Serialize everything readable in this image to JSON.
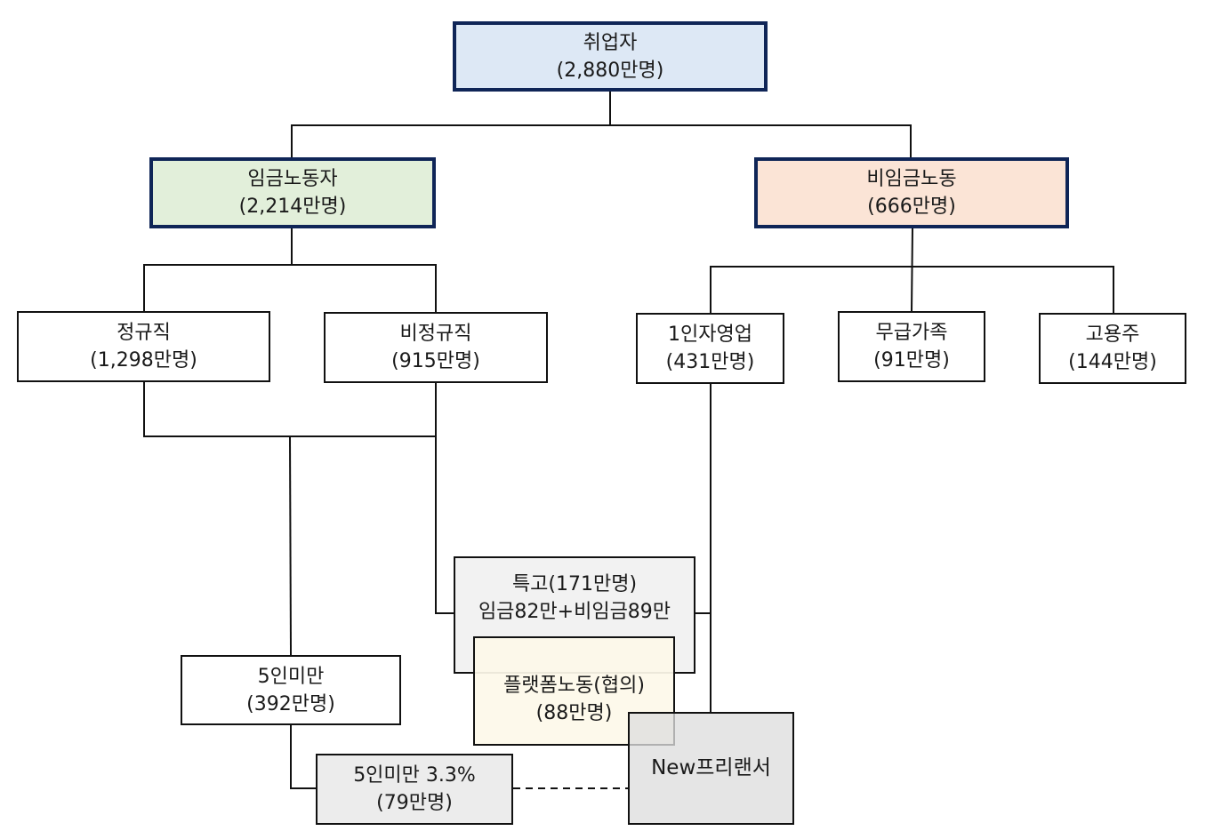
{
  "diagram": {
    "title": "취업자 구성",
    "nodes": {
      "root": {
        "label": "취업자",
        "value": "(2,880만명)",
        "color": "#dde8f5"
      },
      "wage_workers": {
        "label": "임금노동자",
        "value": "(2,214만명)",
        "color": "#e2efda"
      },
      "non_wage": {
        "label": "비임금노동",
        "value": "(666만명)",
        "color": "#fbe4d6"
      },
      "regular": {
        "label": "정규직",
        "value": "(1,298만명)"
      },
      "irregular": {
        "label": "비정규직",
        "value": "(915만명)"
      },
      "self_employed": {
        "label": "1인자영업",
        "value": "(431만명)"
      },
      "unpaid_family": {
        "label": "무급가족",
        "value": "(91만명)"
      },
      "employer": {
        "label": "고용주",
        "value": "(144만명)"
      },
      "special_employment": {
        "label": "특고(171만명)",
        "value": "임금82만+비임금89만",
        "color": "#f2f2f2"
      },
      "platform_labor": {
        "label": "플랫폼노동(협의)",
        "value": "(88만명)",
        "color": "#fdf9e9"
      },
      "new_freelancer": {
        "label": "New프리랜서",
        "color": "#dedede"
      },
      "under_5": {
        "label": "5인미만",
        "value": "(392만명)"
      },
      "under_5_sub": {
        "label": "5인미만 3.3%",
        "value": "(79만명)",
        "color": "#ececec"
      }
    },
    "edges": [
      [
        "root",
        "wage_workers"
      ],
      [
        "root",
        "non_wage"
      ],
      [
        "wage_workers",
        "regular"
      ],
      [
        "wage_workers",
        "irregular"
      ],
      [
        "non_wage",
        "self_employed"
      ],
      [
        "non_wage",
        "unpaid_family"
      ],
      [
        "non_wage",
        "employer"
      ],
      [
        "regular",
        "under_5"
      ],
      [
        "irregular",
        "under_5"
      ],
      [
        "irregular",
        "special_employment"
      ],
      [
        "self_employed",
        "special_employment"
      ],
      [
        "self_employed",
        "new_freelancer"
      ],
      [
        "under_5",
        "under_5_sub"
      ],
      [
        "under_5_sub",
        "new_freelancer",
        "dashed"
      ]
    ]
  }
}
